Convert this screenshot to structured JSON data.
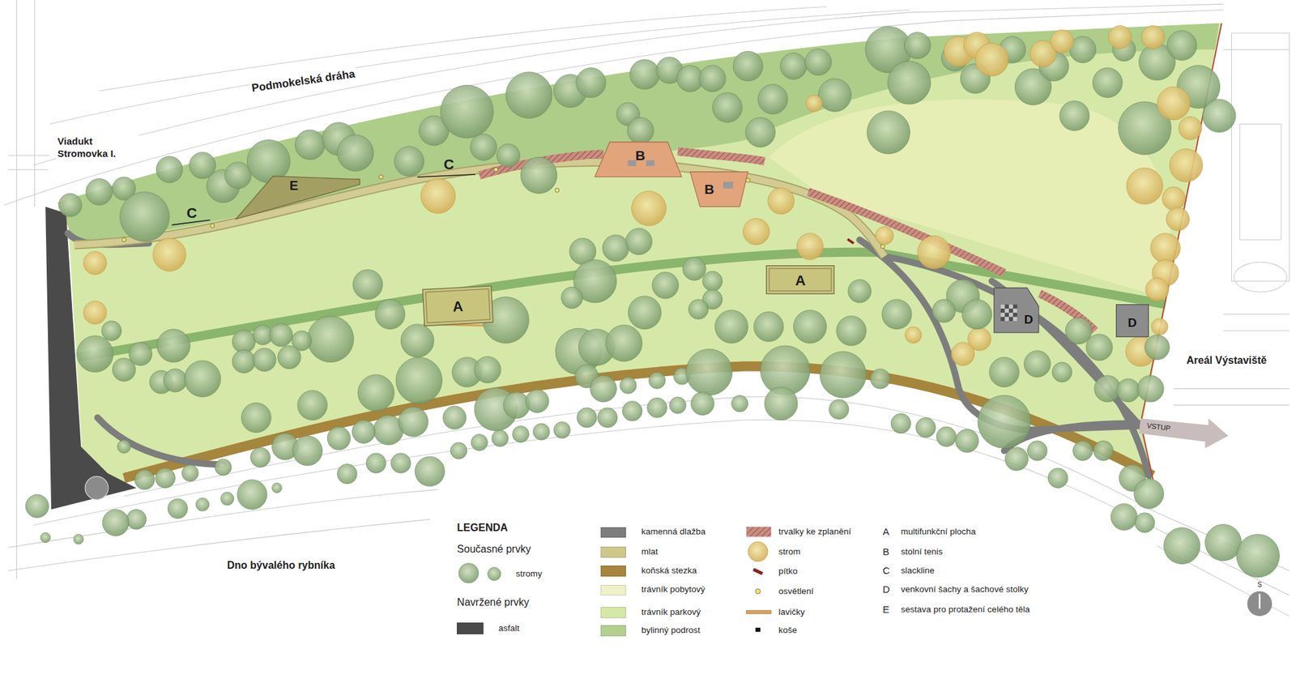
{
  "diagram": {
    "nodes": [
      {
        "text": [
          "E"
        ]
      },
      {
        "text": [
          "B"
        ]
      },
      {
        "text": [
          "B"
        ]
      },
      {
        "text": [
          "A"
        ]
      },
      {
        "text": [
          "A"
        ]
      },
      {
        "text": [
          "D"
        ]
      },
      {
        "text": [
          "D"
        ]
      }
    ],
    "labels": [
      "Podmokelská dráha",
      "Viadukt Stromovka I.",
      "C",
      "C",
      "Areál Výstaviště",
      "VSTUP",
      "Dno bývalého rybníka",
      "LEGENDA",
      "Současné prvky",
      "Navržené prvky",
      "A",
      "B",
      "C",
      "D",
      "E",
      "S"
    ],
    "legend": [
      {
        "text": "stromy"
      },
      {
        "text": "asfalt",
        "color": "#4a4a4a"
      },
      {
        "text": "kamenná dlažba",
        "color": "#7d7d7e"
      },
      {
        "text": "mlat",
        "color": "#cdc88a"
      },
      {
        "text": "koňská stezka",
        "color": "#a6853c"
      },
      {
        "text": "trávník pobytový",
        "color": "#eef2c6"
      },
      {
        "text": "trávník parkový",
        "color": "#d6e8a7"
      },
      {
        "text": "bylinný podrost",
        "color": "#b3d08d"
      },
      {
        "text": "trvalky ke zplanění"
      },
      {
        "text": "strom"
      },
      {
        "text": "pítko"
      },
      {
        "text": "osvětlení"
      },
      {
        "text": "lavičky"
      },
      {
        "text": "koše"
      },
      {
        "text": "multifunkční plocha"
      },
      {
        "text": "stolní tenis"
      },
      {
        "text": "slackline"
      },
      {
        "text": "venkovní šachy a šachové stolky"
      },
      {
        "text": "sestava pro protažení celého těla"
      }
    ]
  }
}
